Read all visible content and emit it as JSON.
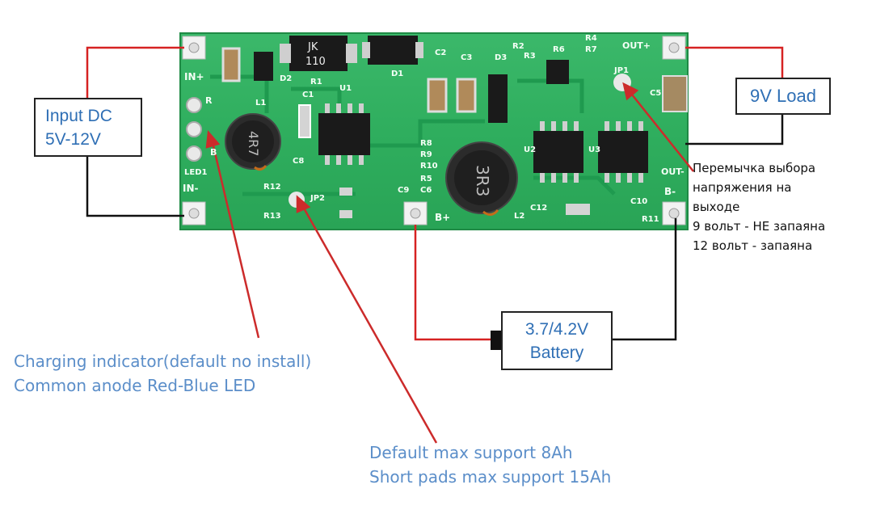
{
  "labels": {
    "input_line1": "Input DC",
    "input_line2": "5V-12V",
    "load": "9V Load",
    "battery_line1": "3.7/4.2V",
    "battery_line2": "Battery",
    "led_note_line1": "Charging indicator(default no install)",
    "led_note_line2": "Common anode Red-Blue LED",
    "pads_note_line1": "Default max support 8Ah",
    "pads_note_line2": "Short pads max support 15Ah",
    "ru_note_line1": "Перемычка выбора",
    "ru_note_line2": "напряжения на",
    "ru_note_line3": "выходе",
    "ru_note_line4": "9 вольт - НЕ запаяна",
    "ru_note_line5": "12 вольт - запаяна"
  },
  "silkscreen": {
    "in_plus": "IN+",
    "in_minus": "IN-",
    "led": "LED1",
    "r": "R",
    "b": "B",
    "out_plus": "OUT+",
    "out_minus": "OUT-",
    "b_plus": "B+",
    "b_minus": "B-",
    "jk": "JK",
    "jk_code": "110",
    "l1_marking": "4R7",
    "l2_marking": "3R3",
    "d1": "D1",
    "d2": "D2",
    "d3": "D3",
    "r1": "R1",
    "r2": "R2",
    "r3": "R3",
    "r4": "R4",
    "r5": "R5",
    "r6": "R6",
    "r7": "R7",
    "r8": "R8",
    "r9": "R9",
    "r10": "R10",
    "r11": "R11",
    "r12": "R12",
    "r13": "R13",
    "c1": "C1",
    "c2": "C2",
    "c3": "C3",
    "c5": "C5",
    "c6": "C6",
    "c8": "C8",
    "c9": "C9",
    "c10": "C10",
    "c12": "C12",
    "l1": "L1",
    "l2": "L2",
    "u1": "U1",
    "u2": "U2",
    "u3": "U3",
    "jp1": "JP1",
    "jp2": "JP2"
  },
  "colors": {
    "pcb": "#2fae5e",
    "wire_red": "#d62222",
    "wire_black": "#111111",
    "note_blue": "#5b8ec9",
    "box_text": "#2f6fb5"
  }
}
